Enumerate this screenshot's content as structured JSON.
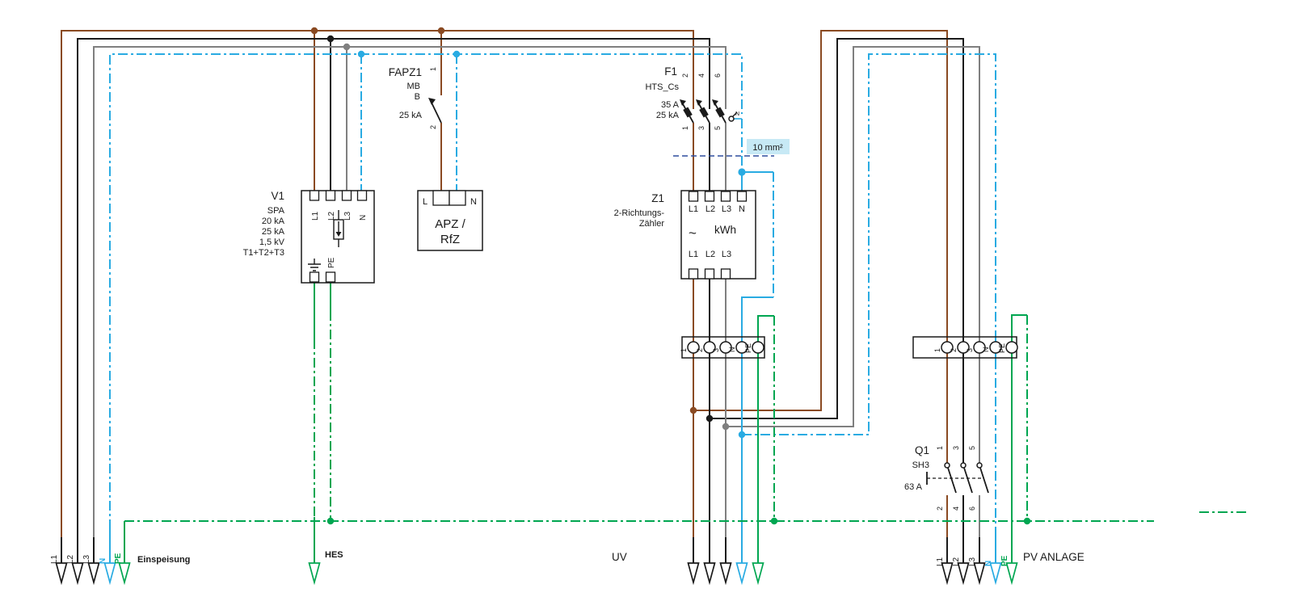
{
  "colors": {
    "l1": "#8a4a22",
    "l2": "#1a1a1a",
    "l3": "#7f7f7f",
    "n": "#29abe2",
    "pe": "#00a651",
    "separator": "#2e4d9e",
    "note_bg": "#c7e9f5"
  },
  "components": {
    "v1": {
      "id": "V1",
      "specs": [
        "SPA",
        "20 kA",
        "25 kA",
        "1,5 kV",
        "T1+T2+T3"
      ],
      "terminals": [
        "L1",
        "L2",
        "L3",
        "N"
      ],
      "pe_label": "PE"
    },
    "fapz1": {
      "id": "FAPZ1",
      "type": "MB",
      "char": "B",
      "rating": "25 kA",
      "t_top": "1",
      "t_bottom": "2"
    },
    "apz": {
      "line1": "APZ /",
      "line2": "RfZ",
      "term_l": "L",
      "term_n": "N"
    },
    "f1": {
      "id": "F1",
      "type": "HTS_Cs",
      "rating": "35 A",
      "breaking": "25 kA",
      "top": [
        "2",
        "4",
        "6"
      ],
      "bottom": [
        "1",
        "3",
        "5"
      ],
      "n_label": "N"
    },
    "z1": {
      "id": "Z1",
      "name1": "2-Richtungs-",
      "name2": "Zähler",
      "ac": "~",
      "unit": "kWh",
      "top": [
        "L1",
        "L2",
        "L3",
        "N"
      ],
      "bottom": [
        "L1",
        "L2",
        "L3"
      ]
    },
    "q1": {
      "id": "Q1",
      "type": "SH3",
      "rating": "63 A",
      "top": [
        "1",
        "3",
        "5"
      ],
      "bottom": [
        "2",
        "4",
        "6"
      ]
    },
    "strip1": {
      "labels": [
        "1",
        "2",
        "3",
        "N",
        "PE"
      ]
    },
    "strip2": {
      "labels": [
        "1",
        "2",
        "3",
        "N",
        "PE"
      ]
    },
    "note": "10 mm²"
  },
  "feeders": {
    "einspeisung": {
      "label": "Einspeisung",
      "conductors": [
        "L1",
        "L2",
        "L3",
        "N",
        "PE"
      ]
    },
    "hes": {
      "label": "HES"
    },
    "uv": {
      "label": "UV"
    },
    "pv": {
      "label": "PV ANLAGE",
      "conductors": [
        "L1",
        "L2",
        "L3",
        "N",
        "PE"
      ]
    }
  }
}
